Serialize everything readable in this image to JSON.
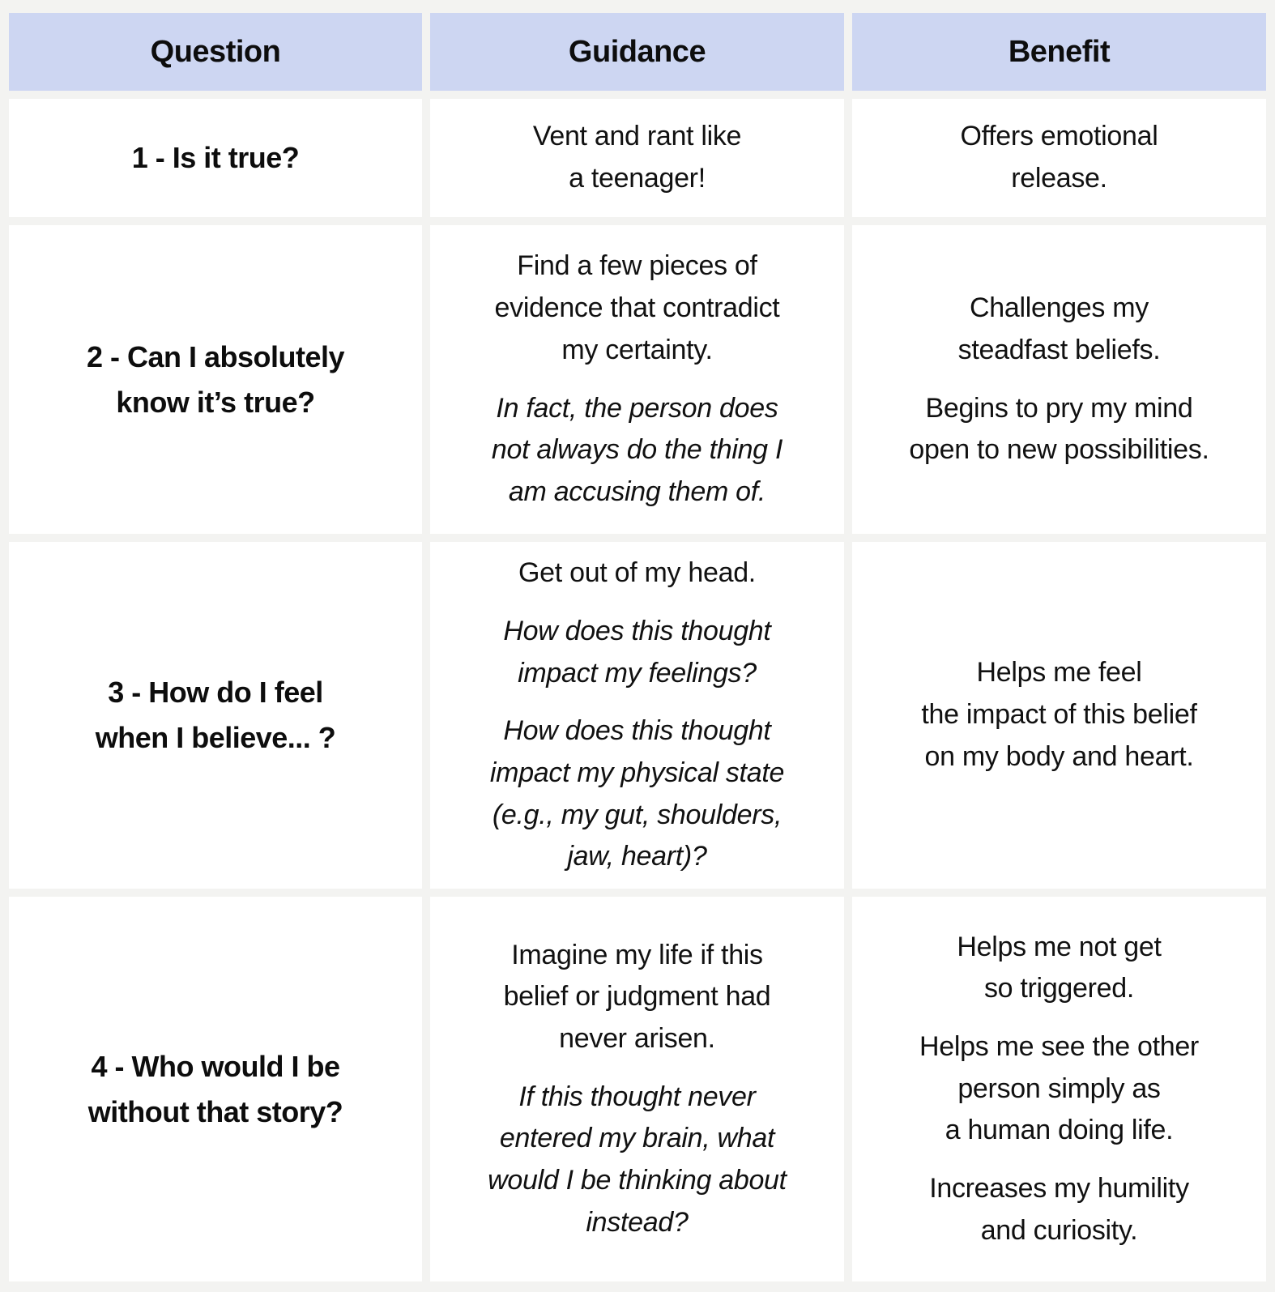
{
  "colors": {
    "page_background": "#f3f3f1",
    "header_background": "#cdd6f2",
    "cell_background": "#ffffff",
    "text": "#111111"
  },
  "table": {
    "columns": [
      "Question",
      "Guidance",
      "Benefit"
    ],
    "rows": [
      {
        "question": "1 - Is it true?",
        "guidance": [
          {
            "text": "Vent and rant like\na teenager!",
            "italic": false
          }
        ],
        "benefit": [
          {
            "text": "Offers emotional\nrelease.",
            "italic": false
          }
        ]
      },
      {
        "question": "2 - Can I absolutely\nknow it’s true?",
        "guidance": [
          {
            "text": "Find a few pieces of\nevidence that contradict\nmy certainty.",
            "italic": false
          },
          {
            "text": "In fact, the person does\nnot always do the thing I\nam accusing them of.",
            "italic": true
          }
        ],
        "benefit": [
          {
            "text": "Challenges my\nsteadfast beliefs.",
            "italic": false
          },
          {
            "text": "Begins to pry my mind\nopen to new possibilities.",
            "italic": false
          }
        ]
      },
      {
        "question": "3 - How do I feel\nwhen I believe... ?",
        "guidance": [
          {
            "text": "Get out of my head.",
            "italic": false
          },
          {
            "text": "How does this thought\nimpact my feelings?",
            "italic": true
          },
          {
            "text": "How does this thought\nimpact my physical state\n(e.g., my gut, shoulders,\njaw, heart)?",
            "italic": true
          }
        ],
        "benefit": [
          {
            "text": "Helps me feel\nthe impact of this belief\non my body and heart.",
            "italic": false
          }
        ]
      },
      {
        "question": "4 - Who would I be\nwithout that story?",
        "guidance": [
          {
            "text": "Imagine my life if this\nbelief or judgment had\nnever arisen.",
            "italic": false
          },
          {
            "text": "If this thought never\nentered my brain, what\nwould I be thinking about\ninstead?",
            "italic": true
          }
        ],
        "benefit": [
          {
            "text": "Helps me not get\nso triggered.",
            "italic": false
          },
          {
            "text": "Helps me see the other\nperson simply as\na human doing life.",
            "italic": false
          },
          {
            "text": "Increases my humility\nand curiosity.",
            "italic": false
          }
        ]
      }
    ]
  }
}
